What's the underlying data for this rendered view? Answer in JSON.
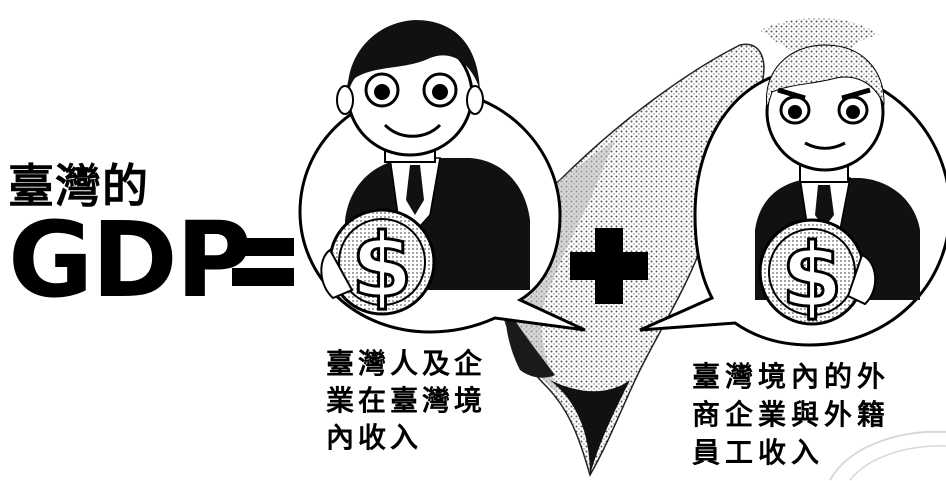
{
  "title": "臺灣的",
  "formula": {
    "lhs": "GDP",
    "equals": "=",
    "plus": "+"
  },
  "left_bubble": {
    "symbol": "$",
    "caption": [
      "臺灣人及企",
      "業在臺灣境",
      "內收入"
    ]
  },
  "right_bubble": {
    "symbol": "$",
    "caption": [
      "臺灣境內的外",
      "商企業與外籍",
      "員工收入"
    ]
  },
  "icons": {
    "left": "businessman-with-coin-icon",
    "right": "foreign-businessman-with-coin-icon",
    "map": "taiwan-map-icon"
  },
  "colors": {
    "ink": "#000000",
    "paper": "#ffffff",
    "halftone": "#555555"
  }
}
